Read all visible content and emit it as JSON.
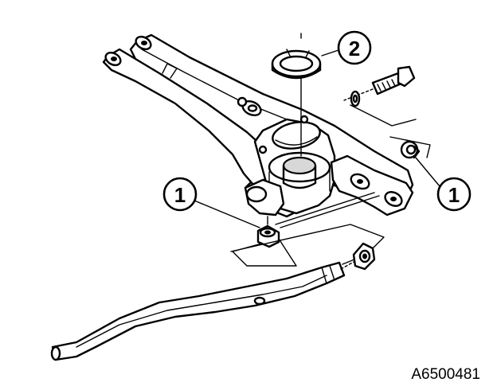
{
  "callouts": {
    "one_left": "1",
    "one_right": "1",
    "two": "2"
  },
  "figure_id": "A6500481"
}
